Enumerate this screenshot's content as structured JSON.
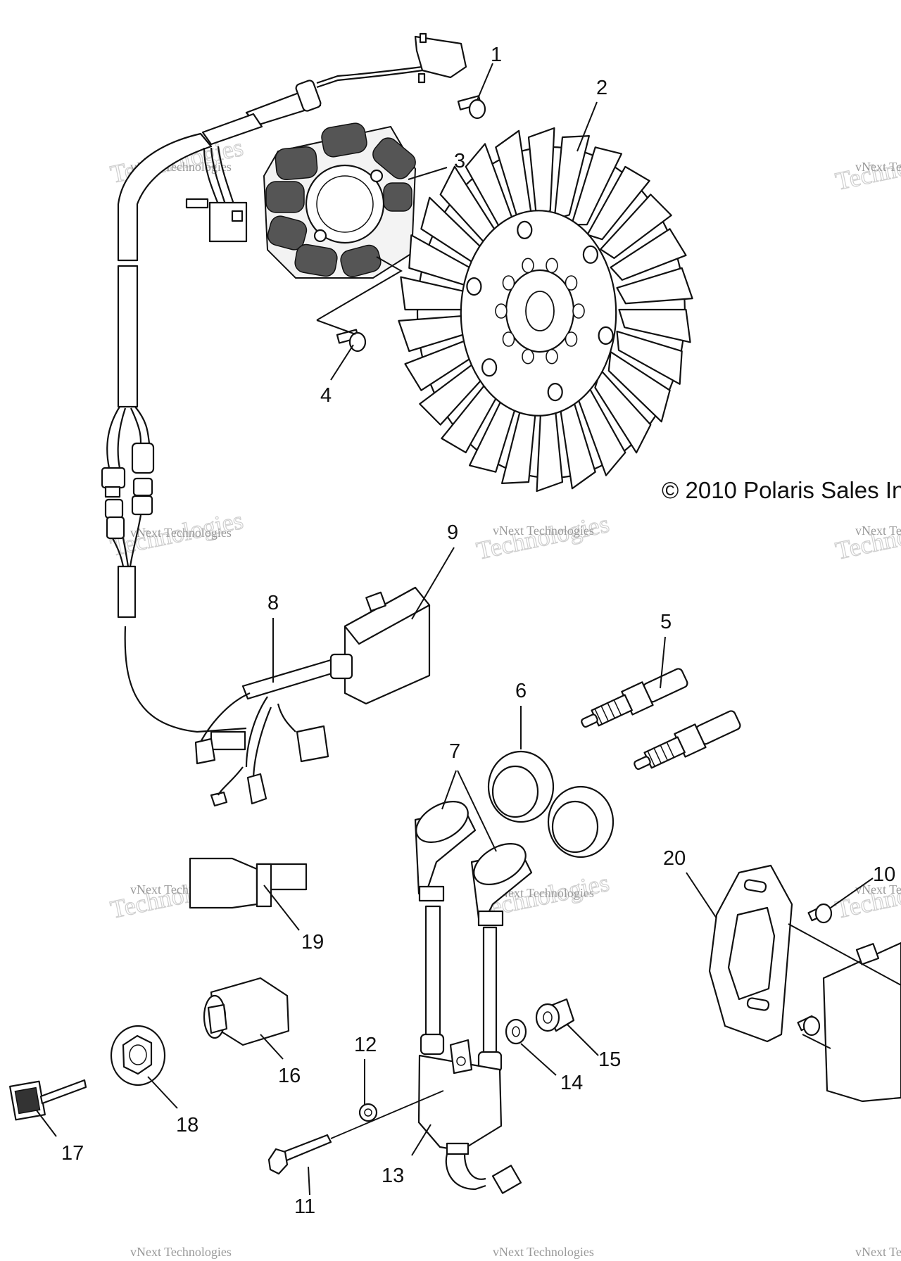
{
  "copyright": "© 2010 Polaris Sales In",
  "watermark": {
    "line1": "vNext Technologies",
    "line2": "Technologies",
    "line3": "vNext"
  },
  "callouts": {
    "c1": "1",
    "c2": "2",
    "c3": "3",
    "c4": "4",
    "c5": "5",
    "c6": "6",
    "c7": "7",
    "c8": "8",
    "c9": "9",
    "c10": "10",
    "c11": "11",
    "c12": "12",
    "c13": "13",
    "c14": "14",
    "c15": "15",
    "c16": "16",
    "c17": "17",
    "c18": "18",
    "c19": "19",
    "c20": "20"
  },
  "colors": {
    "ink": "#111111",
    "watermark": "#9a9a9a",
    "background": "#ffffff"
  }
}
